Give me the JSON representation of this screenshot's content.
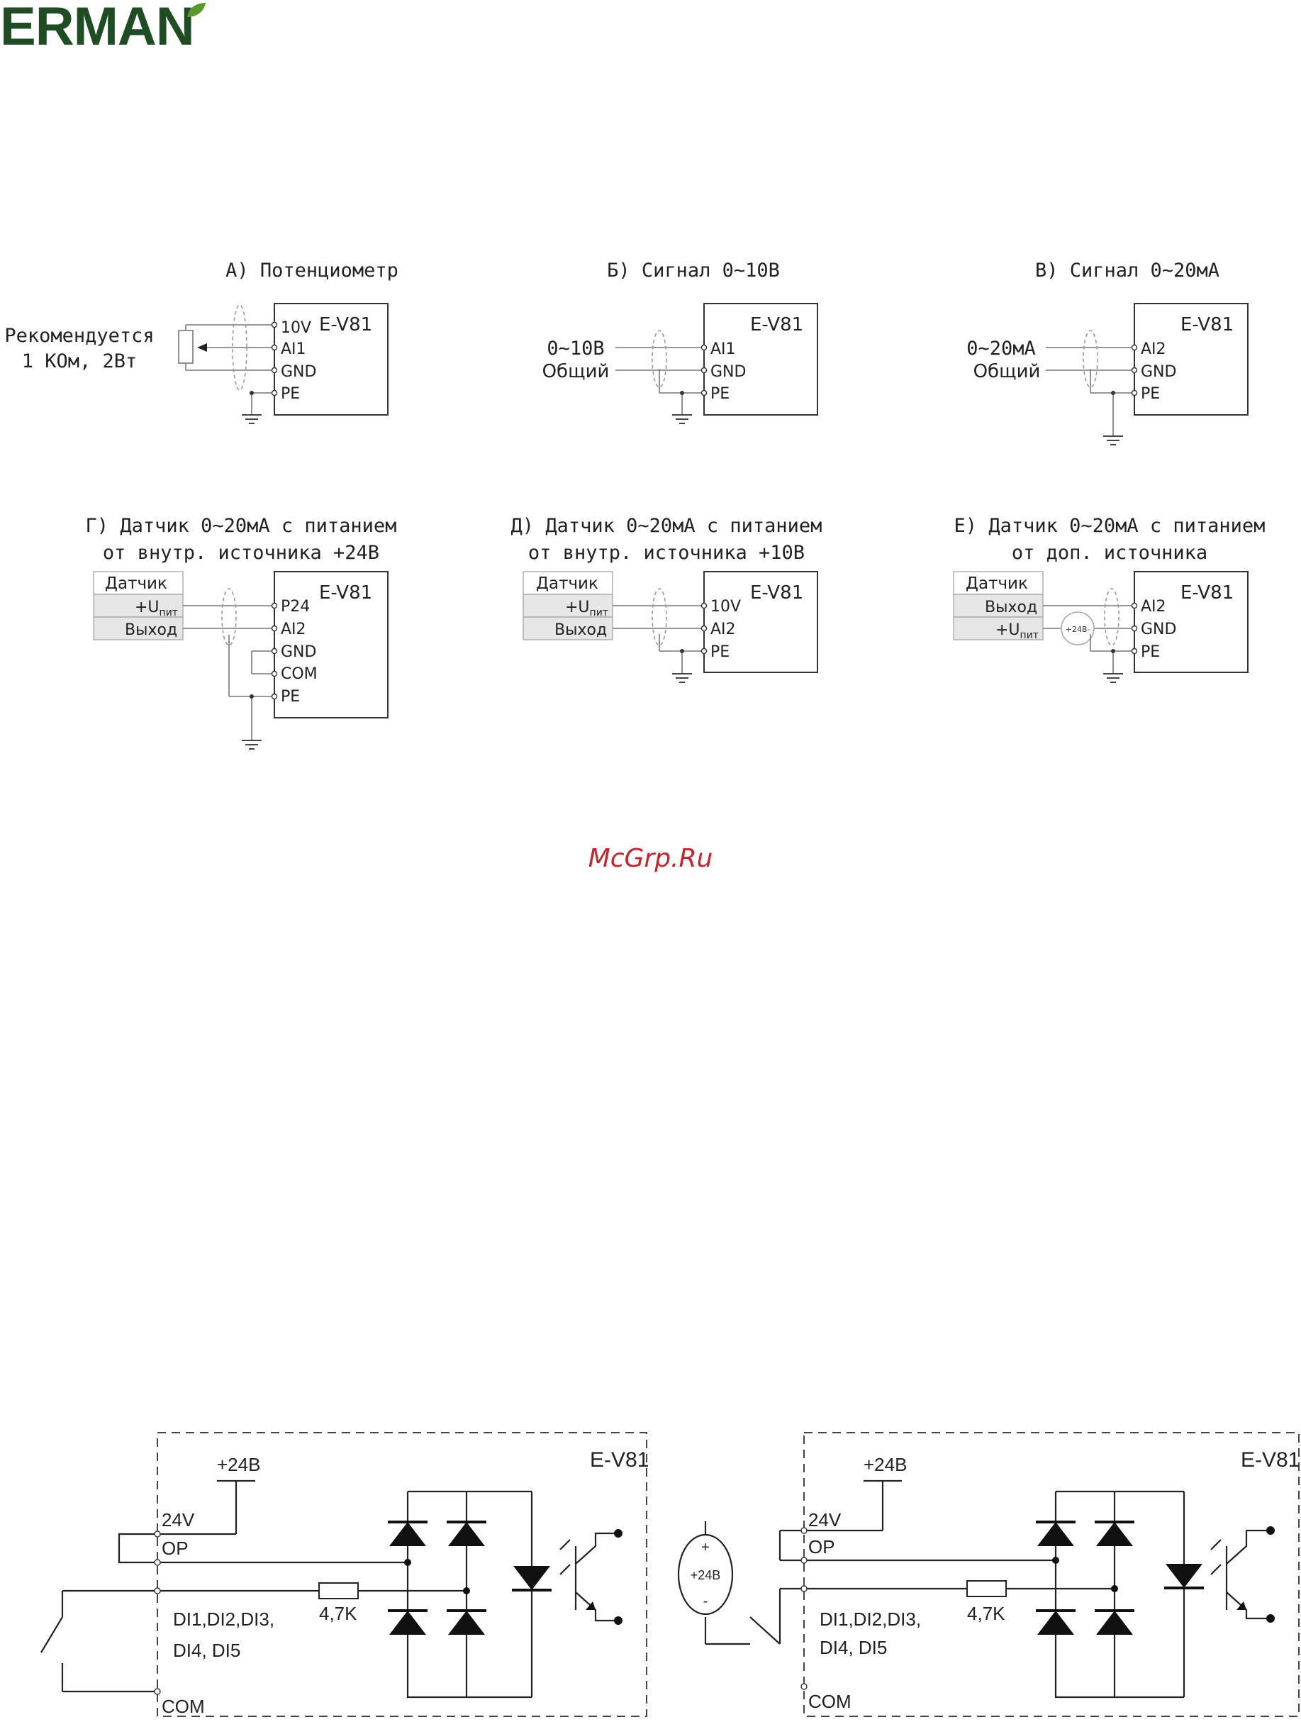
{
  "brand": {
    "logo_text": "ERMAN",
    "accent": "#1e4d23"
  },
  "watermark": "McGrp.Ru",
  "analog": {
    "device": "E-V81",
    "A": {
      "title": "А) Потенциометр",
      "note1": "Рекомендуется",
      "note2": "1 КОм, 2Вт",
      "t1": "10V",
      "t2": "AI1",
      "t3": "GND",
      "t4": "PE"
    },
    "B": {
      "title": "Б) Сигнал 0~10В",
      "s1": "0~10В",
      "s2": "Общий",
      "t1": "AI1",
      "t2": "GND",
      "t3": "PE"
    },
    "V": {
      "title": "В) Сигнал 0~20мА",
      "s1": "0~20мА",
      "s2": "Общий",
      "t1": "AI2",
      "t2": "GND",
      "t3": "PE"
    },
    "G": {
      "title1": "Г) Датчик 0~20мА с питанием",
      "title2": "от внутр. источника +24В",
      "sensor": "Датчик",
      "r1": "+U",
      "r1sub": "пит",
      "r2": "Выход",
      "t1": "P24",
      "t2": "AI2",
      "t3": "GND",
      "t4": "COM",
      "t5": "PE"
    },
    "D": {
      "title1": "Д) Датчик 0~20мА с питанием",
      "title2": "от внутр. источника +10В",
      "sensor": "Датчик",
      "r1": "+U",
      "r1sub": "пит",
      "r2": "Выход",
      "t1": "10V",
      "t2": "AI2",
      "t3": "PE"
    },
    "E": {
      "title1": "Е) Датчик 0~20мА с питанием",
      "title2": "от доп. источника",
      "sensor": "Датчик",
      "r1": "Выход",
      "r2": "+U",
      "r2sub": "пит",
      "src": "+24В-",
      "t1": "AI2",
      "t2": "GND",
      "t3": "PE"
    }
  },
  "digital": {
    "left": {
      "device": "E-V81",
      "plus24": "+24В",
      "t24": "24V",
      "op": "OP",
      "di1": "DI1,DI2,DI3,",
      "di2": "DI4, DI5",
      "res": "4,7K",
      "com": "COM"
    },
    "right": {
      "device": "E-V81",
      "plus24": "+24В",
      "t24": "24V",
      "op": "OP",
      "di1": "DI1,DI2,DI3,",
      "di2": "DI4, DI5",
      "res": "4,7K",
      "com": "COM",
      "src": "+24В",
      "plus": "+",
      "minus": "-"
    }
  }
}
